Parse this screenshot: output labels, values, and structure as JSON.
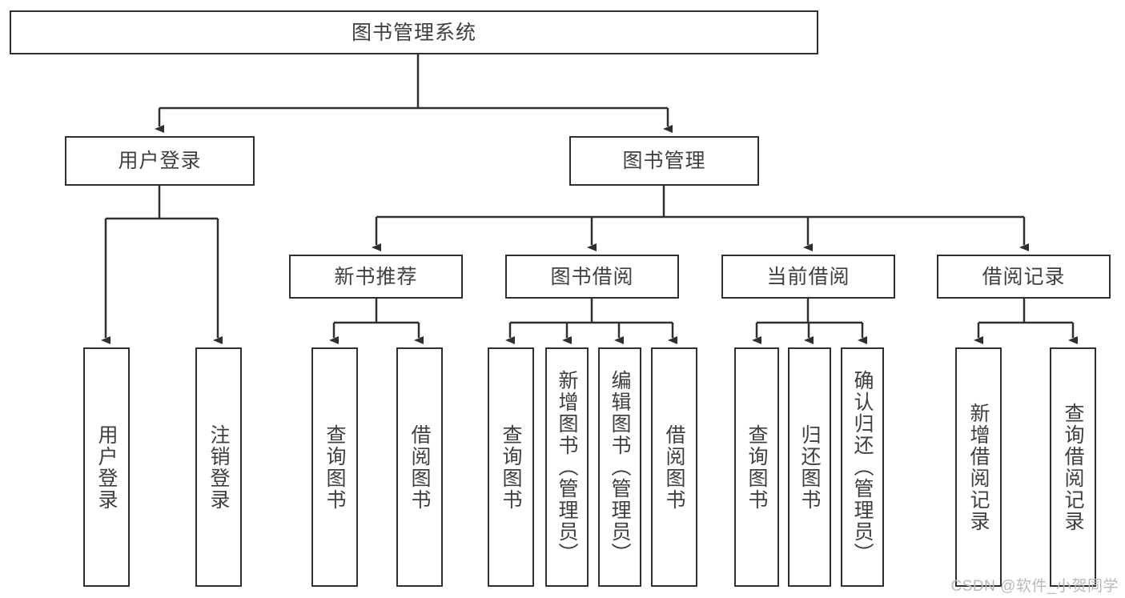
{
  "diagram": {
    "type": "tree-hierarchy",
    "title": "图书管理系统",
    "watermark": "CSDN @软件_小贺同学",
    "colors": {
      "border": "#2f2f2f",
      "background": "#ffffff",
      "text": "#3f3f3f",
      "watermark": "#b9b9b9"
    },
    "root": {
      "label": "图书管理系统"
    },
    "level2": [
      {
        "id": "user-login",
        "label": "用户登录"
      },
      {
        "id": "book-manage",
        "label": "图书管理"
      }
    ],
    "level3": [
      {
        "id": "new-book-recommend",
        "label": "新书推荐",
        "parent": "book-manage"
      },
      {
        "id": "book-borrow",
        "label": "图书借阅",
        "parent": "book-manage"
      },
      {
        "id": "current-borrow",
        "label": "当前借阅",
        "parent": "book-manage"
      },
      {
        "id": "borrow-record",
        "label": "借阅记录",
        "parent": "book-manage"
      }
    ],
    "leaves": {
      "user-login": [
        {
          "id": "leaf-user-login",
          "label": "用户登录"
        },
        {
          "id": "leaf-logout",
          "label": "注销登录"
        }
      ],
      "new-book-recommend": [
        {
          "id": "leaf-query-book-1",
          "label": "查询图书"
        },
        {
          "id": "leaf-borrow-book-1",
          "label": "借阅图书"
        }
      ],
      "book-borrow": [
        {
          "id": "leaf-query-book-2",
          "label": "查询图书"
        },
        {
          "id": "leaf-add-book",
          "label": "新增图书（管理员）"
        },
        {
          "id": "leaf-edit-book",
          "label": "编辑图书（管理员）"
        },
        {
          "id": "leaf-borrow-book-2",
          "label": "借阅图书"
        }
      ],
      "current-borrow": [
        {
          "id": "leaf-query-book-3",
          "label": "查询图书"
        },
        {
          "id": "leaf-return-book",
          "label": "归还图书"
        },
        {
          "id": "leaf-confirm-return",
          "label": "确认归还（管理员）"
        }
      ],
      "borrow-record": [
        {
          "id": "leaf-add-record",
          "label": "新增借阅记录"
        },
        {
          "id": "leaf-query-record",
          "label": "查询借阅记录"
        }
      ]
    }
  }
}
